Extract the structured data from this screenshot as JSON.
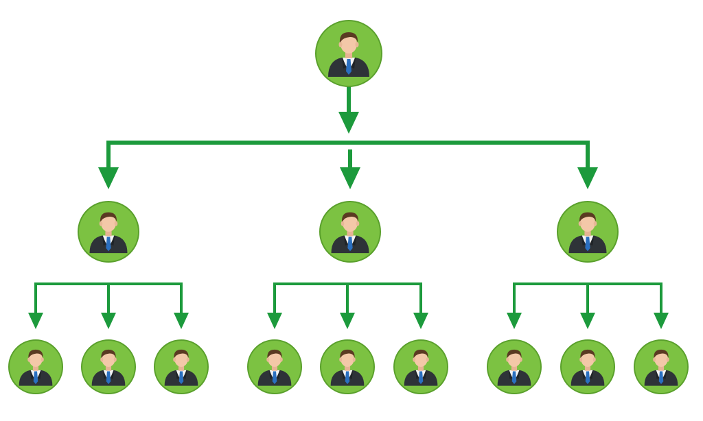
{
  "diagram": {
    "type": "org-chart",
    "icon": "businessman-icon",
    "colors": {
      "node_fill": "#7cc242",
      "node_border": "#5aa02c",
      "connector": "#1c9a3c",
      "suit": "#2e3338",
      "shirt": "#f4f4f4",
      "tie": "#2a6fc0",
      "skin": "#f3c8a8",
      "hair": "#5a3a22"
    },
    "root": {
      "id": "root",
      "children": [
        {
          "id": "manager-left",
          "children": [
            {
              "id": "staff-left-1"
            },
            {
              "id": "staff-left-2"
            },
            {
              "id": "staff-left-3"
            }
          ]
        },
        {
          "id": "manager-center",
          "children": [
            {
              "id": "staff-center-1"
            },
            {
              "id": "staff-center-2"
            },
            {
              "id": "staff-center-3"
            }
          ]
        },
        {
          "id": "manager-right",
          "children": [
            {
              "id": "staff-right-1"
            },
            {
              "id": "staff-right-2"
            },
            {
              "id": "staff-right-3"
            }
          ]
        }
      ]
    }
  }
}
